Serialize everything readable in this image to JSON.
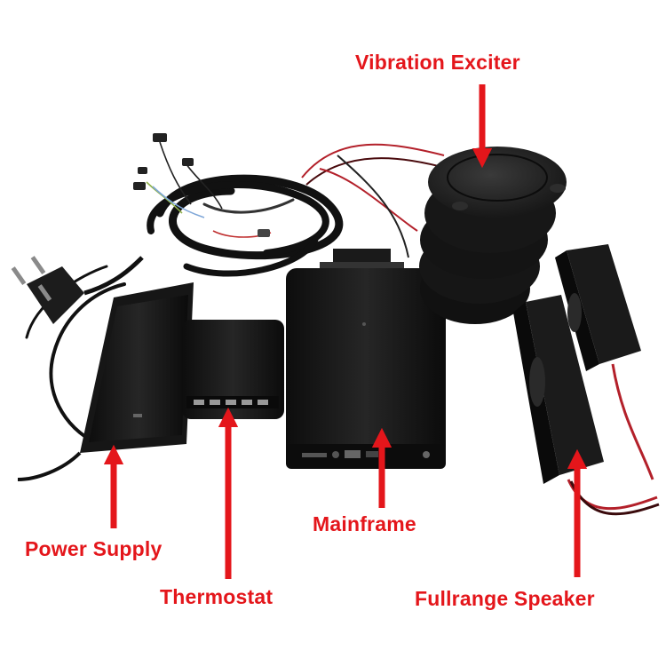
{
  "labels": {
    "vibration_exciter": "Vibration Exciter",
    "power_supply": "Power Supply",
    "thermostat": "Thermostat",
    "mainframe": "Mainframe",
    "fullrange_speaker": "Fullrange Speaker"
  },
  "colors": {
    "background": "#ffffff",
    "label": "#e4161b",
    "arrow": "#e4161b",
    "device": "#141414",
    "cable_red": "#b3202a"
  },
  "objects": [
    "vibration-exciter-stack",
    "power-supply-brick",
    "thermostat-box",
    "mainframe-box",
    "fullrange-speaker-left",
    "fullrange-speaker-right",
    "black-cable-bundle",
    "power-plug"
  ]
}
